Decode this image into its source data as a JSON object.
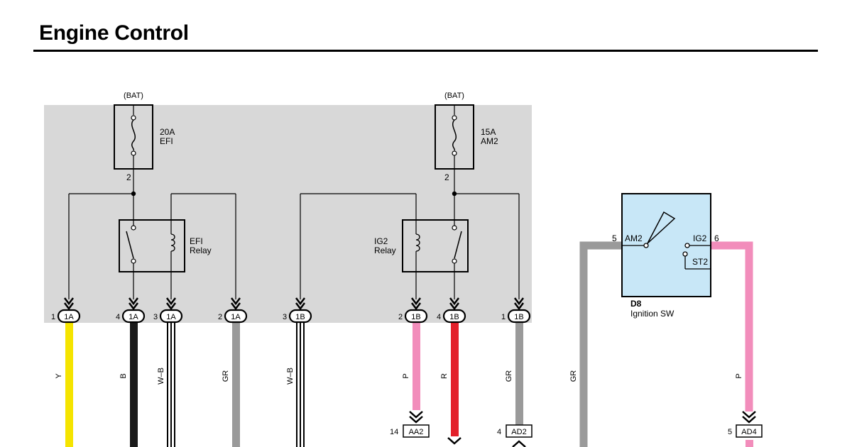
{
  "title": "Engine Control",
  "power_labels": [
    "(BAT)",
    "(BAT)"
  ],
  "fuses": [
    {
      "rating": "20A",
      "name": "EFI",
      "pin": "2"
    },
    {
      "rating": "15A",
      "name": "AM2",
      "pin": "2"
    }
  ],
  "relays": [
    {
      "line1": "EFI",
      "line2": "Relay"
    },
    {
      "line1": "IG2",
      "line2": "Relay"
    }
  ],
  "connectors": [
    {
      "pin": "1",
      "label": "1A"
    },
    {
      "pin": "4",
      "label": "1A"
    },
    {
      "pin": "3",
      "label": "1A"
    },
    {
      "pin": "2",
      "label": "1A"
    },
    {
      "pin": "3",
      "label": "1B"
    },
    {
      "pin": "2",
      "label": "1B"
    },
    {
      "pin": "4",
      "label": "1B"
    },
    {
      "pin": "1",
      "label": "1B"
    }
  ],
  "wires": [
    {
      "code": "Y",
      "color": "#f5e400"
    },
    {
      "code": "B",
      "color": "#1a1a1a"
    },
    {
      "code": "W–B",
      "color": "#ffffff"
    },
    {
      "code": "GR",
      "color": "#9a9a9a"
    },
    {
      "code": "W–B",
      "color": "#ffffff"
    },
    {
      "code": "P",
      "color": "#f28dbb"
    },
    {
      "code": "R",
      "color": "#e3202a"
    },
    {
      "code": "GR",
      "color": "#9a9a9a"
    },
    {
      "code": "GR",
      "color": "#9a9a9a"
    },
    {
      "code": "P",
      "color": "#f28dbb"
    }
  ],
  "bottom_connectors": [
    {
      "pin": "14",
      "label": "AA2"
    },
    {
      "pin": "4",
      "label": "AD2"
    },
    {
      "pin": "5",
      "label": "AD4"
    }
  ],
  "ignition_switch": {
    "id": "D8",
    "name": "Ignition SW",
    "terminals": [
      "AM2",
      "IG2",
      "ST2"
    ],
    "pins": [
      "5",
      "6"
    ]
  },
  "colors": {
    "junction_block": "#d8d8d8",
    "switch_fill": "#c8e7f7",
    "line": "#000000"
  }
}
